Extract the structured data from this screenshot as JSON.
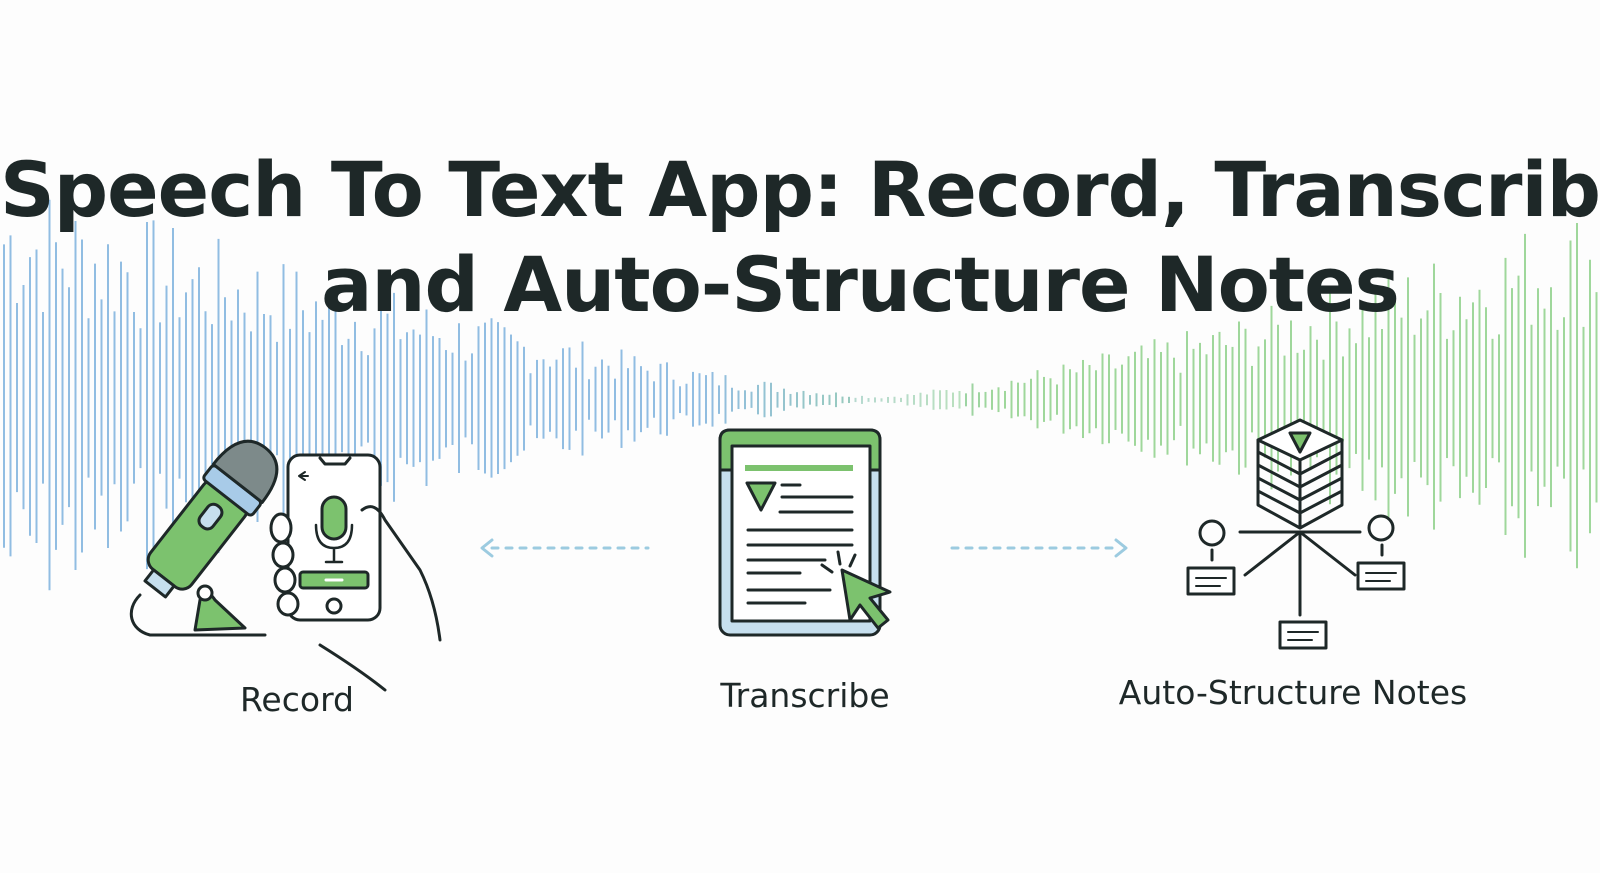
{
  "title": {
    "line1": "Speech To Text App: Record, Transcribe",
    "line2": "and Auto-Structure Notes"
  },
  "steps": [
    {
      "label": "Record",
      "icon": "microphone-and-phone-icon"
    },
    {
      "label": "Transcribe",
      "icon": "document-with-cursor-icon"
    },
    {
      "label": "Auto-Structure Notes",
      "icon": "structured-notes-diagram-icon"
    }
  ],
  "colors": {
    "wave_left": "#7fb2de",
    "wave_right": "#8fd18a",
    "accent_green": "#7cc26e",
    "accent_blue": "#c6dfee",
    "ink": "#1e2828"
  }
}
